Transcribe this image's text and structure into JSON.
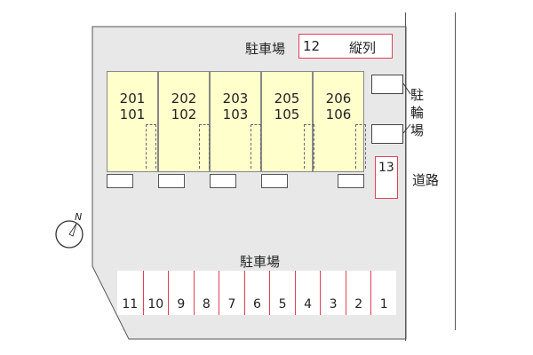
{
  "units": [
    {
      "upper": "201",
      "lower": "101"
    },
    {
      "upper": "202",
      "lower": "102"
    },
    {
      "upper": "203",
      "lower": "103"
    },
    {
      "upper": "205",
      "lower": "105"
    },
    {
      "upper": "206",
      "lower": "106"
    }
  ],
  "top_parking": {
    "label": "駐車場",
    "space_number": "12",
    "note": "縦列"
  },
  "bicycle_parking_label": [
    "駐",
    "輪",
    "場"
  ],
  "side_space": "13",
  "road_label": "道路",
  "bottom_parking": {
    "label": "駐車場",
    "spaces": [
      "11",
      "10",
      "9",
      "8",
      "7",
      "6",
      "5",
      "4",
      "3",
      "2",
      "1"
    ]
  },
  "compass": {
    "label": "N"
  },
  "colors": {
    "building": "#ffffcc",
    "parking_outline": "#e0405a",
    "lot": "#e8e8e8"
  }
}
